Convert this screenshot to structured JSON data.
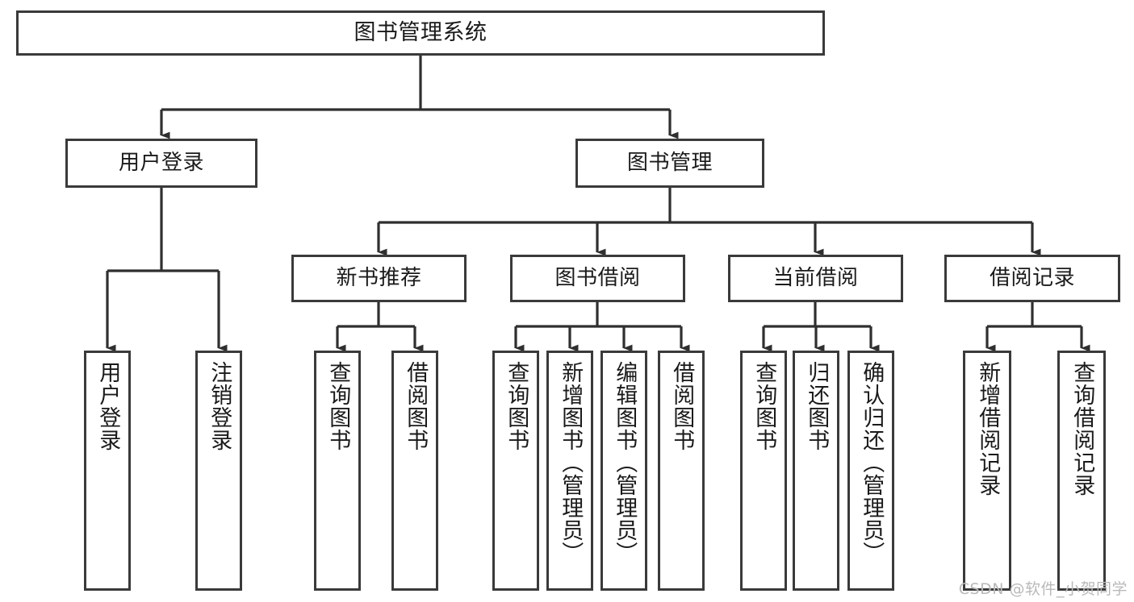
{
  "diagram": {
    "title": "图书管理系统",
    "watermark": "CSDN @软件_小贺同学",
    "colors": {
      "box_border": "#3a3a3a",
      "connector": "#2f2f2f",
      "text": "#1a1a1a",
      "background": "#ffffff",
      "watermark": "#b9b9b9"
    },
    "root": {
      "label": "图书管理系统"
    },
    "level2": [
      {
        "label": "用户登录"
      },
      {
        "label": "图书管理"
      }
    ],
    "level3": [
      {
        "label": "新书推荐"
      },
      {
        "label": "图书借阅"
      },
      {
        "label": "当前借阅"
      },
      {
        "label": "借阅记录"
      }
    ],
    "leaves": {
      "user_login": [
        {
          "label": "用户登录"
        },
        {
          "label": "注销登录"
        }
      ],
      "new_book_recommend": [
        {
          "label": "查询图书"
        },
        {
          "label": "借阅图书"
        }
      ],
      "book_borrow": [
        {
          "label": "查询图书"
        },
        {
          "label": "新增图书（管理员）"
        },
        {
          "label": "编辑图书（管理员）"
        },
        {
          "label": "借阅图书"
        }
      ],
      "current_borrow": [
        {
          "label": "查询图书"
        },
        {
          "label": "归还图书"
        },
        {
          "label": "确认归还（管理员）"
        }
      ],
      "borrow_record": [
        {
          "label": "新增借阅记录"
        },
        {
          "label": "查询借阅记录"
        }
      ]
    }
  }
}
